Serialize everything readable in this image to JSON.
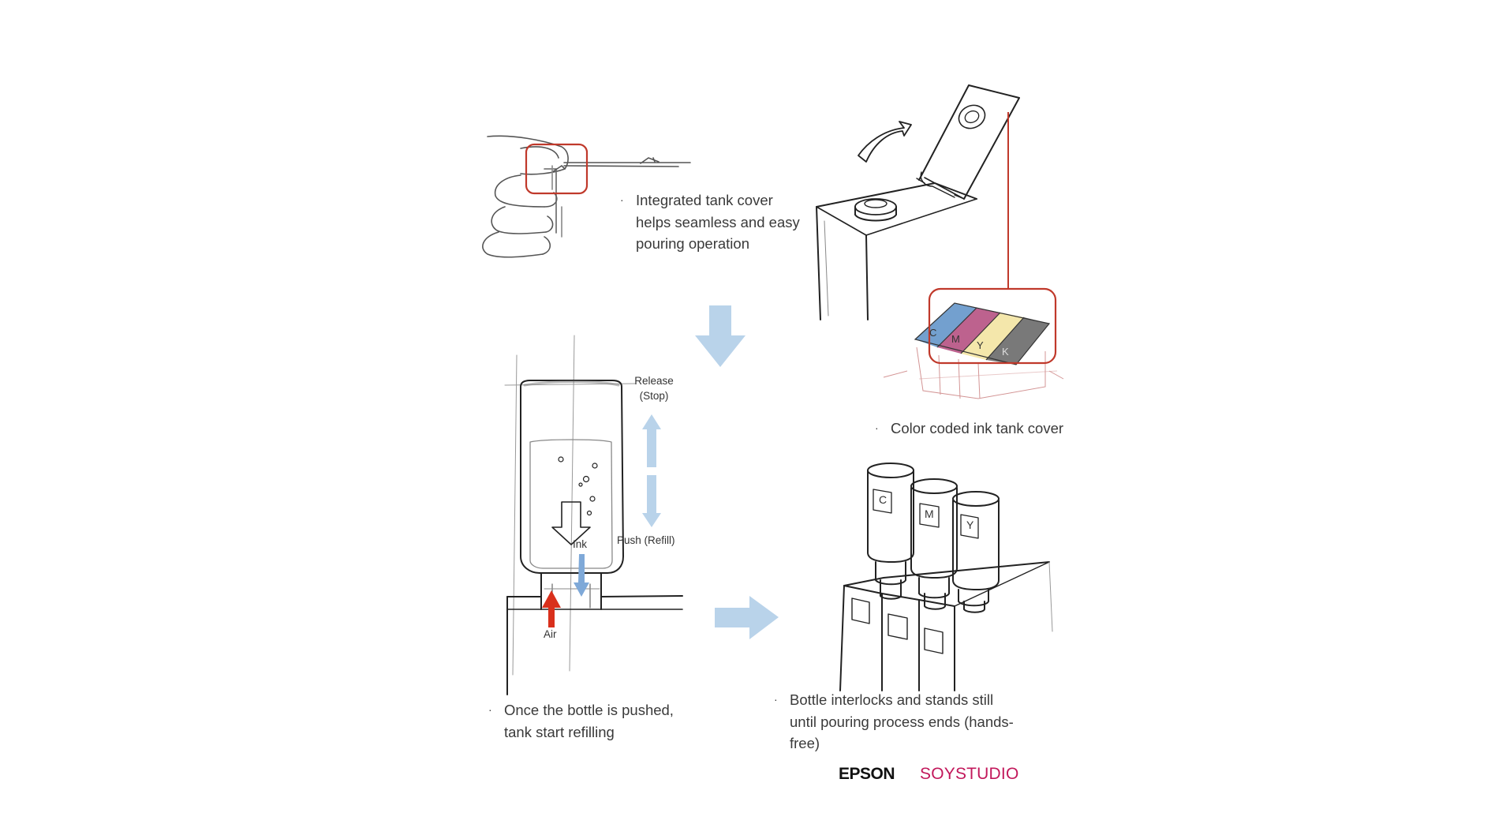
{
  "captions": {
    "tank_cover": [
      "Integrated tank cover",
      "helps seamless and easy",
      "pouring operation"
    ],
    "color_coded": [
      "Color coded ink tank cover"
    ],
    "refilling": [
      "Once the bottle is pushed,",
      "tank start refilling"
    ],
    "interlock": [
      "Bottle interlocks and stands still",
      "until pouring process ends (hands-",
      "free)"
    ]
  },
  "bullet": "·",
  "labels": {
    "release": "Release",
    "stop": "(Stop)",
    "push_refill": "Push (Refill)",
    "ink": "Ink",
    "air": "Air",
    "tank_c": "C",
    "tank_m": "M",
    "tank_y": "Y",
    "tank_k": "K",
    "cap_c": "C",
    "cap_m": "M",
    "cap_y": "Y"
  },
  "brands": {
    "epson": "EPSON",
    "soystudio": "SOYSTUDIO"
  },
  "colors": {
    "highlight_red": "#c0392b",
    "flow_arrow_blue": "#b9d3ea",
    "ink_arrow_blue": "#7fa9d8",
    "air_arrow_red": "#d9301c",
    "cyan": "#5b8fc7",
    "magenta": "#b2477a",
    "yellow": "#f3e6a6",
    "black": "#6a6a6a",
    "soystudio_pink": "#c2185b"
  }
}
